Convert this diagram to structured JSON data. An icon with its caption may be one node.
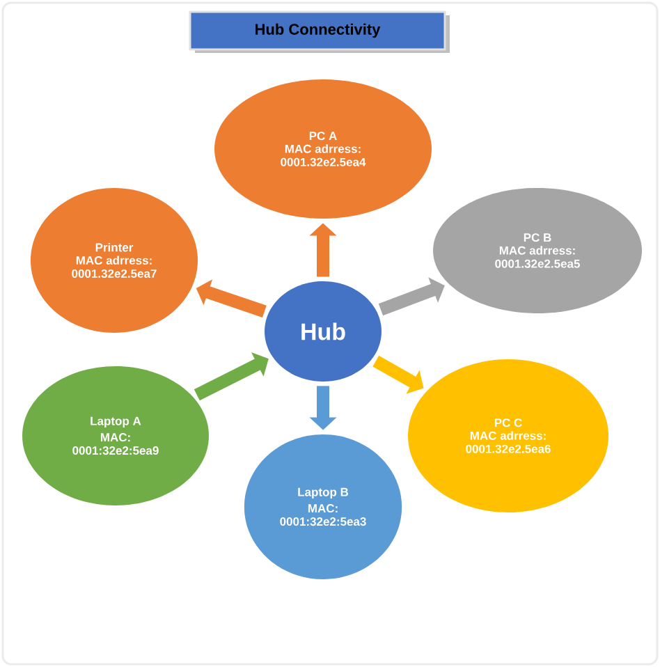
{
  "diagram": {
    "title": "Hub Connectivity",
    "nodes": [
      {
        "text": [
          "Hub"
        ]
      },
      {
        "text": [
          "PC A",
          "MAC adrress: 0001.32e2.5ea4"
        ]
      },
      {
        "text": [
          "PC B",
          "MAC adrress: 0001.32e2.5ea5"
        ]
      },
      {
        "text": [
          "PC C",
          "MAC adrress: 0001.32e2.5ea6"
        ]
      },
      {
        "text": [
          "Laptop B",
          "MAC: 0001:32e2:5ea3"
        ]
      },
      {
        "text": [
          "Laptop A",
          "MAC: 0001:32e2:5ea9"
        ]
      },
      {
        "text": [
          "Printer",
          "MAC adrress: 0001.32e2.5ea7"
        ]
      }
    ],
    "edges": [
      {
        "from": 0,
        "to": 1,
        "arrow": "to",
        "color": "#ed7d31"
      },
      {
        "from": 0,
        "to": 2,
        "arrow": "to",
        "color": "#a5a5a5"
      },
      {
        "from": 0,
        "to": 3,
        "arrow": "to",
        "color": "#ffc000"
      },
      {
        "from": 0,
        "to": 4,
        "arrow": "to",
        "color": "#5b9bd5"
      },
      {
        "from": 0,
        "to": 6,
        "arrow": "to",
        "color": "#ed7d31"
      },
      {
        "from": 5,
        "to": 0,
        "arrow": "to",
        "color": "#70ad47"
      }
    ]
  }
}
